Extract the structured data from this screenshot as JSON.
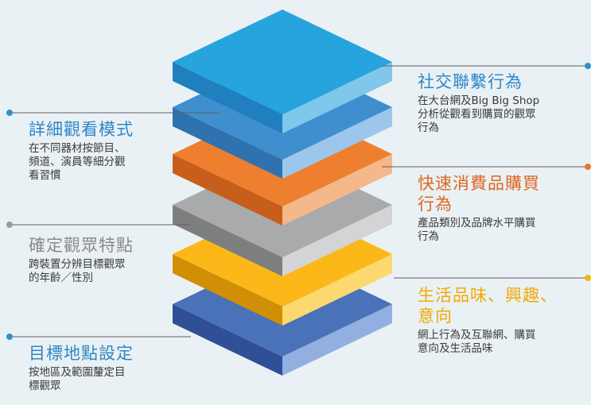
{
  "colors": {
    "background": "#e9f1f5",
    "line": "#5f5f5f",
    "dot_blue": "#2f8fd0",
    "dot_orange": "#e8772e",
    "dot_yellow": "#f5b800",
    "dot_gray": "#9a9a9a"
  },
  "layers": [
    {
      "name": "sky-blue-layer",
      "top": "#27a3dd",
      "left": "#1f7fbf",
      "right": "#7fc7eb"
    },
    {
      "name": "steel-blue-layer",
      "top": "#3f8fcf",
      "left": "#2f72b0",
      "right": "#9cc6ec"
    },
    {
      "name": "orange-layer",
      "top": "#ee7f2e",
      "left": "#c85e1c",
      "right": "#f5b88a"
    },
    {
      "name": "gray-layer",
      "top": "#a9aaac",
      "left": "#7d7e80",
      "right": "#d3d4d6"
    },
    {
      "name": "yellow-layer",
      "top": "#fbb818",
      "left": "#d18f06",
      "right": "#fdd86e"
    },
    {
      "name": "navy-layer",
      "top": "#4a72b8",
      "left": "#2f5096",
      "right": "#93aee0"
    }
  ],
  "left_labels": [
    {
      "title": "詳細觀看模式",
      "desc": [
        "在不同器材按節目、",
        "頻道、演員等細分觀",
        "看習慣"
      ],
      "color": "#2f86c6"
    },
    {
      "title": "確定觀眾特點",
      "desc": [
        "跨裝置分辨目標觀眾",
        "的年齡／性別"
      ],
      "color": "#8a8a8a"
    },
    {
      "title": "目標地點設定",
      "desc": [
        "按地區及範圍釐定目",
        "標觀眾"
      ],
      "color": "#2f86c6"
    }
  ],
  "right_labels": [
    {
      "title": [
        "社交聯繫行為"
      ],
      "desc": [
        "在大台網及Big Big Shop",
        "分析從觀看到購買的觀眾",
        "行為"
      ],
      "color": "#2f86c6"
    },
    {
      "title": [
        "快速消費品購買",
        "行為"
      ],
      "desc": [
        "產品類別及品牌水平購買",
        "行為"
      ],
      "color": "#e0661e"
    },
    {
      "title": [
        "生活品味、興趣、",
        "意向"
      ],
      "desc": [
        "網上行為及互聯網、購買",
        "意向及生活品味"
      ],
      "color": "#f2a900"
    }
  ]
}
